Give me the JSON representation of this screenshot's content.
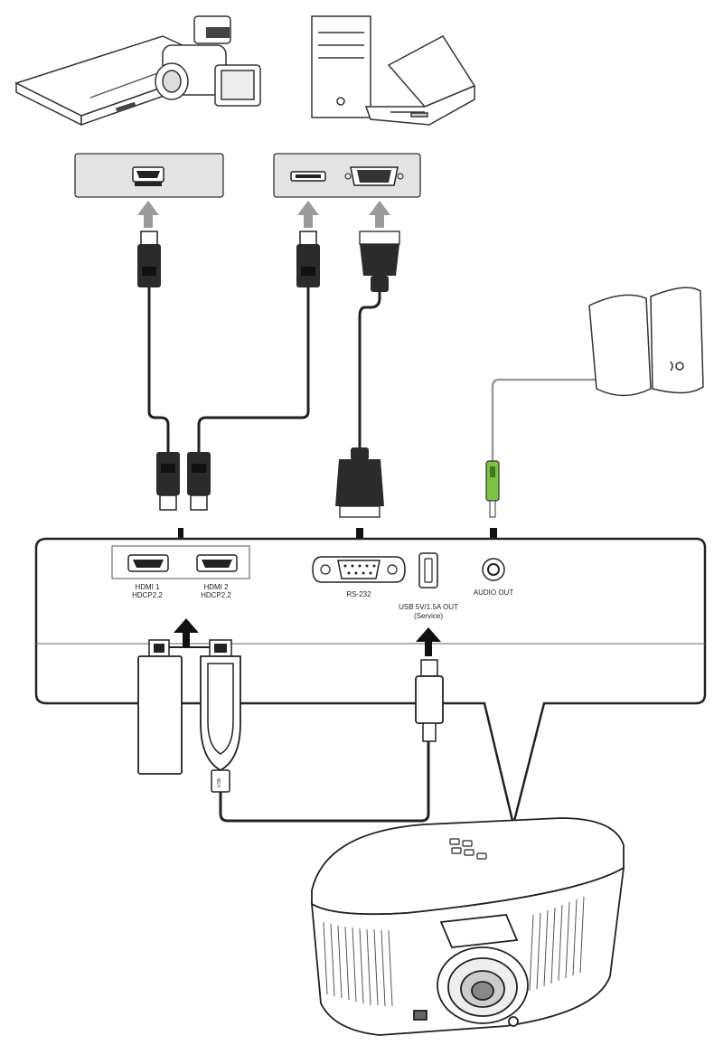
{
  "ports": {
    "hdmi1_line1": "HDMI 1",
    "hdmi1_line2": "HDCP2.2",
    "hdmi2_line1": "HDMI 2",
    "hdmi2_line2": "HDCP2.2",
    "rs232": "RS-232",
    "usb_line1": "USB 5V/1.5A OUT",
    "usb_line2": "(Service)",
    "audio_out": "AUDIO OUT"
  },
  "cables": {
    "usb_plug_label": "USB"
  },
  "colors": {
    "panel_fill": "#e3e3e3",
    "arrow_gray": "#9a9a9a",
    "arrow_black": "#111111",
    "cable": "#222222",
    "audio_cable": "#9a9a9a",
    "audio_plug": "#7dc242",
    "connector": "#2b2b2b"
  }
}
